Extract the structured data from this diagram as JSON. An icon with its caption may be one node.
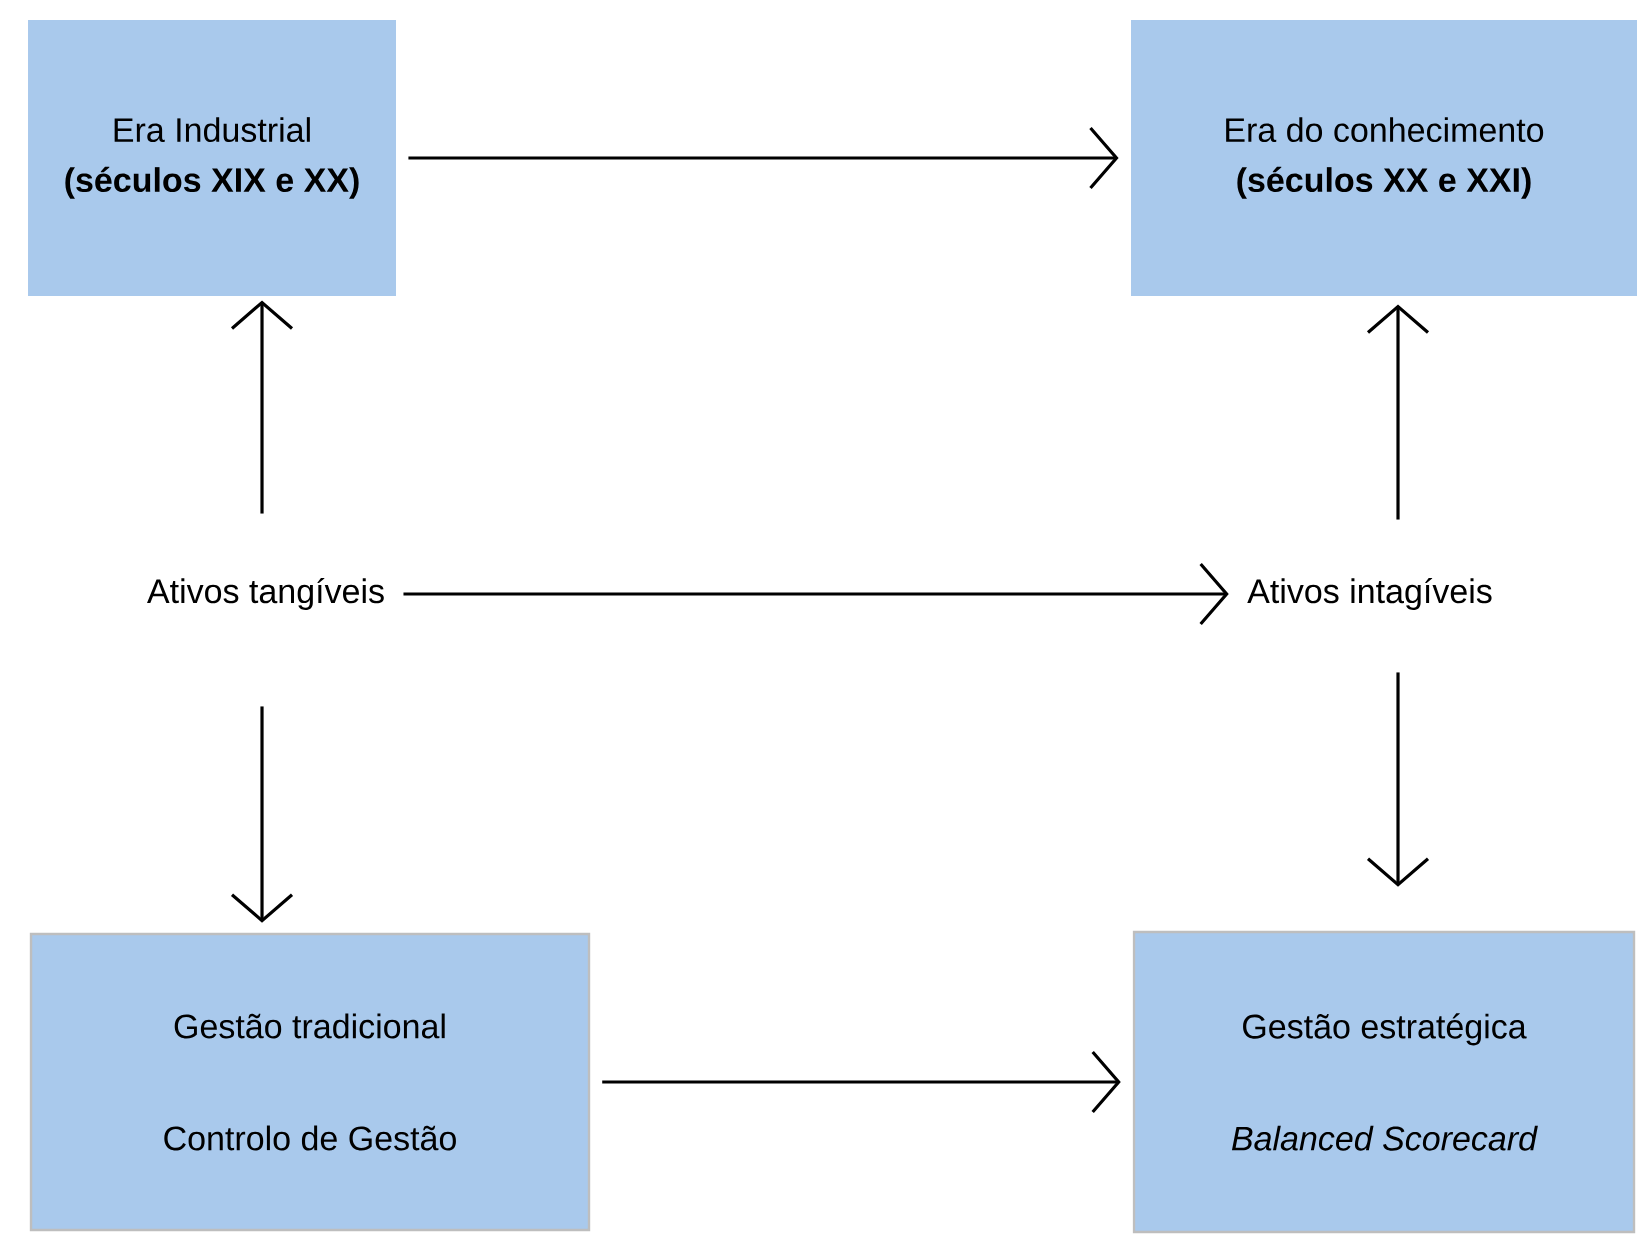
{
  "diagram": {
    "nodes": [
      {
        "text": [
          "Era Industrial",
          "(séculos XIX e XX)"
        ]
      },
      {
        "text": [
          "Era do conhecimento",
          "(séculos XX e XXI)"
        ]
      },
      {
        "text": [
          "Ativos tangíveis"
        ]
      },
      {
        "text": [
          "Ativos intagíveis"
        ]
      },
      {
        "text": [
          "Gestão tradicional",
          "Controlo de Gestão"
        ]
      },
      {
        "text": [
          "Gestão estratégica",
          "Balanced Scorecard"
        ]
      }
    ],
    "edges": [
      {
        "from": 0,
        "to": 1,
        "arrow": "to"
      },
      {
        "from": 2,
        "to": 0,
        "arrow": "to"
      },
      {
        "from": 2,
        "to": 4,
        "arrow": "to"
      },
      {
        "from": 2,
        "to": 3,
        "arrow": "to"
      },
      {
        "from": 3,
        "to": 1,
        "arrow": "to"
      },
      {
        "from": 3,
        "to": 5,
        "arrow": "to"
      },
      {
        "from": 4,
        "to": 5,
        "arrow": "to"
      }
    ]
  }
}
